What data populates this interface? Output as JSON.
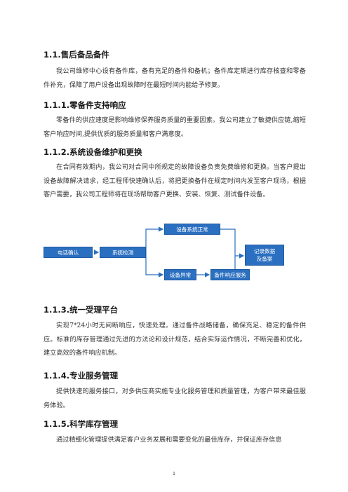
{
  "sections": [
    {
      "heading": "1.1.售后备品备件",
      "body": "我公司维修中心设有备件库，备有充足的备件和备机；备件库定期进行库存核查和零备件补充，保障了用户设备出现故障时在最短时间内能给予修复。"
    },
    {
      "heading": "1.1.1.零备件支持响应",
      "body": "零备件的供应速度是影响维修保养服务质量的重要因素。我公司建立了敏捷供应链,缩短客户响应时间,提供优质的服务质量和客户满意度。"
    },
    {
      "heading": "1.1.2.系统设备维护和更换",
      "body": "在合同有效期内，我公司对合同中所规定的故障设备负责免费维修和更换。当客户提出设备故障解决请求，经工程师快速确认后，将把更换备件在规定时间内发至客户现场，根据客户需要，我公司工程师将在现场帮助客户更换、安装、恢复、测试备件设备。"
    },
    {
      "heading": "1.1.3.统一受理平台",
      "body": "实现7*24小时无间断响应，快速处理。通过备件战略储备，确保充足、稳定的备件供应。标准的库存管理通过先进的方法论和设计规范，结合实际运作情况，不断完善和优化，建立高效的备件响应机制。"
    },
    {
      "heading": "1.1.4.专业服务管理",
      "body": "提供快速的服务接口，对多供应商实施专业化服务管理和质量管理，为客户带来最佳服务体验。"
    },
    {
      "heading": "1.1.5.科学库存管理",
      "body": "通过精细化管理提供满足客户业务发展和需要变化的最佳库存，并保证库存信息"
    }
  ],
  "flowchart": {
    "phone_confirm": "电话确认",
    "system_check": "系统检测",
    "normal": "设备系统正常",
    "fault": "设备异常",
    "parts_service": "备件响应服务",
    "record": "记录数据\n及备案"
  },
  "colors": {
    "node_fill": "#2a6fc0",
    "arrow": "#2a6fc0"
  },
  "page_number": "1"
}
